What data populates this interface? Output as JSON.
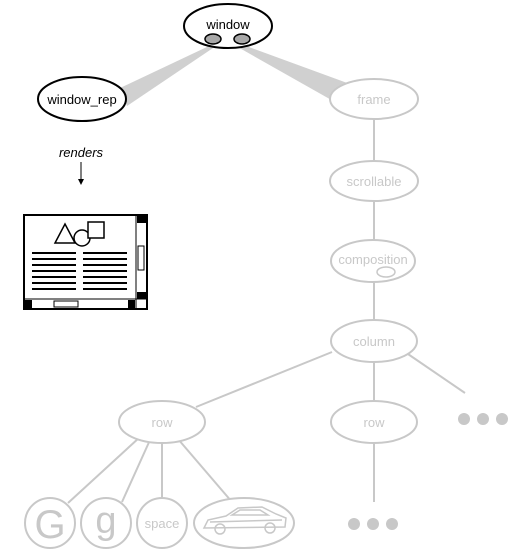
{
  "colors": {
    "dark": "#000000",
    "light": "#c8c8c8",
    "wedge": "#d0d0d0",
    "glyph_fill": "#a8a8a8"
  },
  "nodes": {
    "window": "window",
    "window_rep": "window_rep",
    "frame": "frame",
    "scrollable": "scrollable",
    "composition": "composition",
    "column": "column",
    "row_left": "row",
    "row_right": "row",
    "glyph_big_g": "G",
    "glyph_small_g": "g",
    "space": "space"
  },
  "edge_labels": {
    "renders": "renders"
  },
  "icons": {
    "render_target": "document-window-icon",
    "car": "car-icon",
    "ellipsis": "ellipsis-icon"
  }
}
